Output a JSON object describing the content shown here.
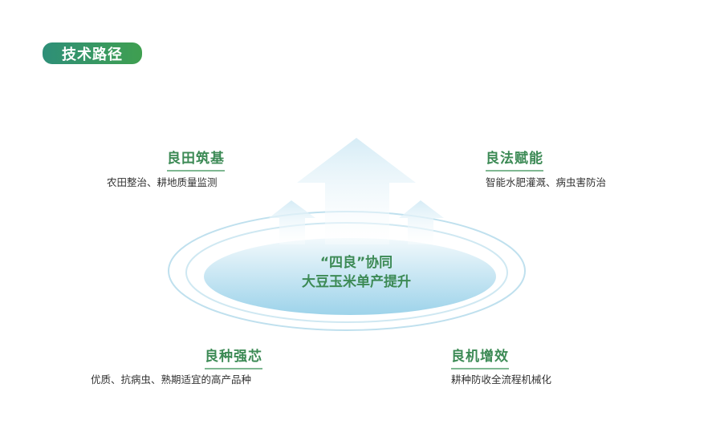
{
  "header": {
    "badge": "技术路径"
  },
  "center": {
    "line1": "“四良”协同",
    "line2": "大豆玉米单产提升"
  },
  "items": [
    {
      "title": "良田筑基",
      "desc": "农田整治、耕地质量监测"
    },
    {
      "title": "良法赋能",
      "desc": "智能水肥灌溉、病虫害防治"
    },
    {
      "title": "良种强芯",
      "desc": "优质、抗病虫、熟期适宜的高产品种"
    },
    {
      "title": "良机增效",
      "desc": "耕种防收全流程机械化"
    }
  ],
  "colors": {
    "accent": "#3c8a55",
    "badge_start": "#2e8f78",
    "badge_end": "#3f9f50"
  }
}
